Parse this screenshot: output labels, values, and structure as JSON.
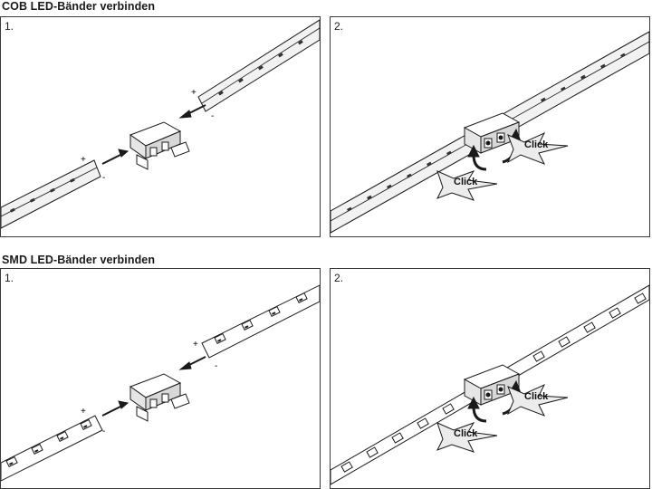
{
  "sections": [
    {
      "title": "COB LED-Bänder verbinden",
      "steps": [
        "1.",
        "2."
      ]
    },
    {
      "title": "SMD LED-Bänder verbinden",
      "steps": [
        "1.",
        "2."
      ]
    }
  ],
  "click_label": "Click",
  "plus_sign": "+",
  "minus_sign": "-",
  "colors": {
    "line": "#1a1a1a",
    "fill": "#e6e6e6",
    "strip_dark": "#cfcfcf"
  },
  "icons": [
    "arrow-icon",
    "connector-icon",
    "click-star-icon",
    "curved-arrow-icon"
  ]
}
